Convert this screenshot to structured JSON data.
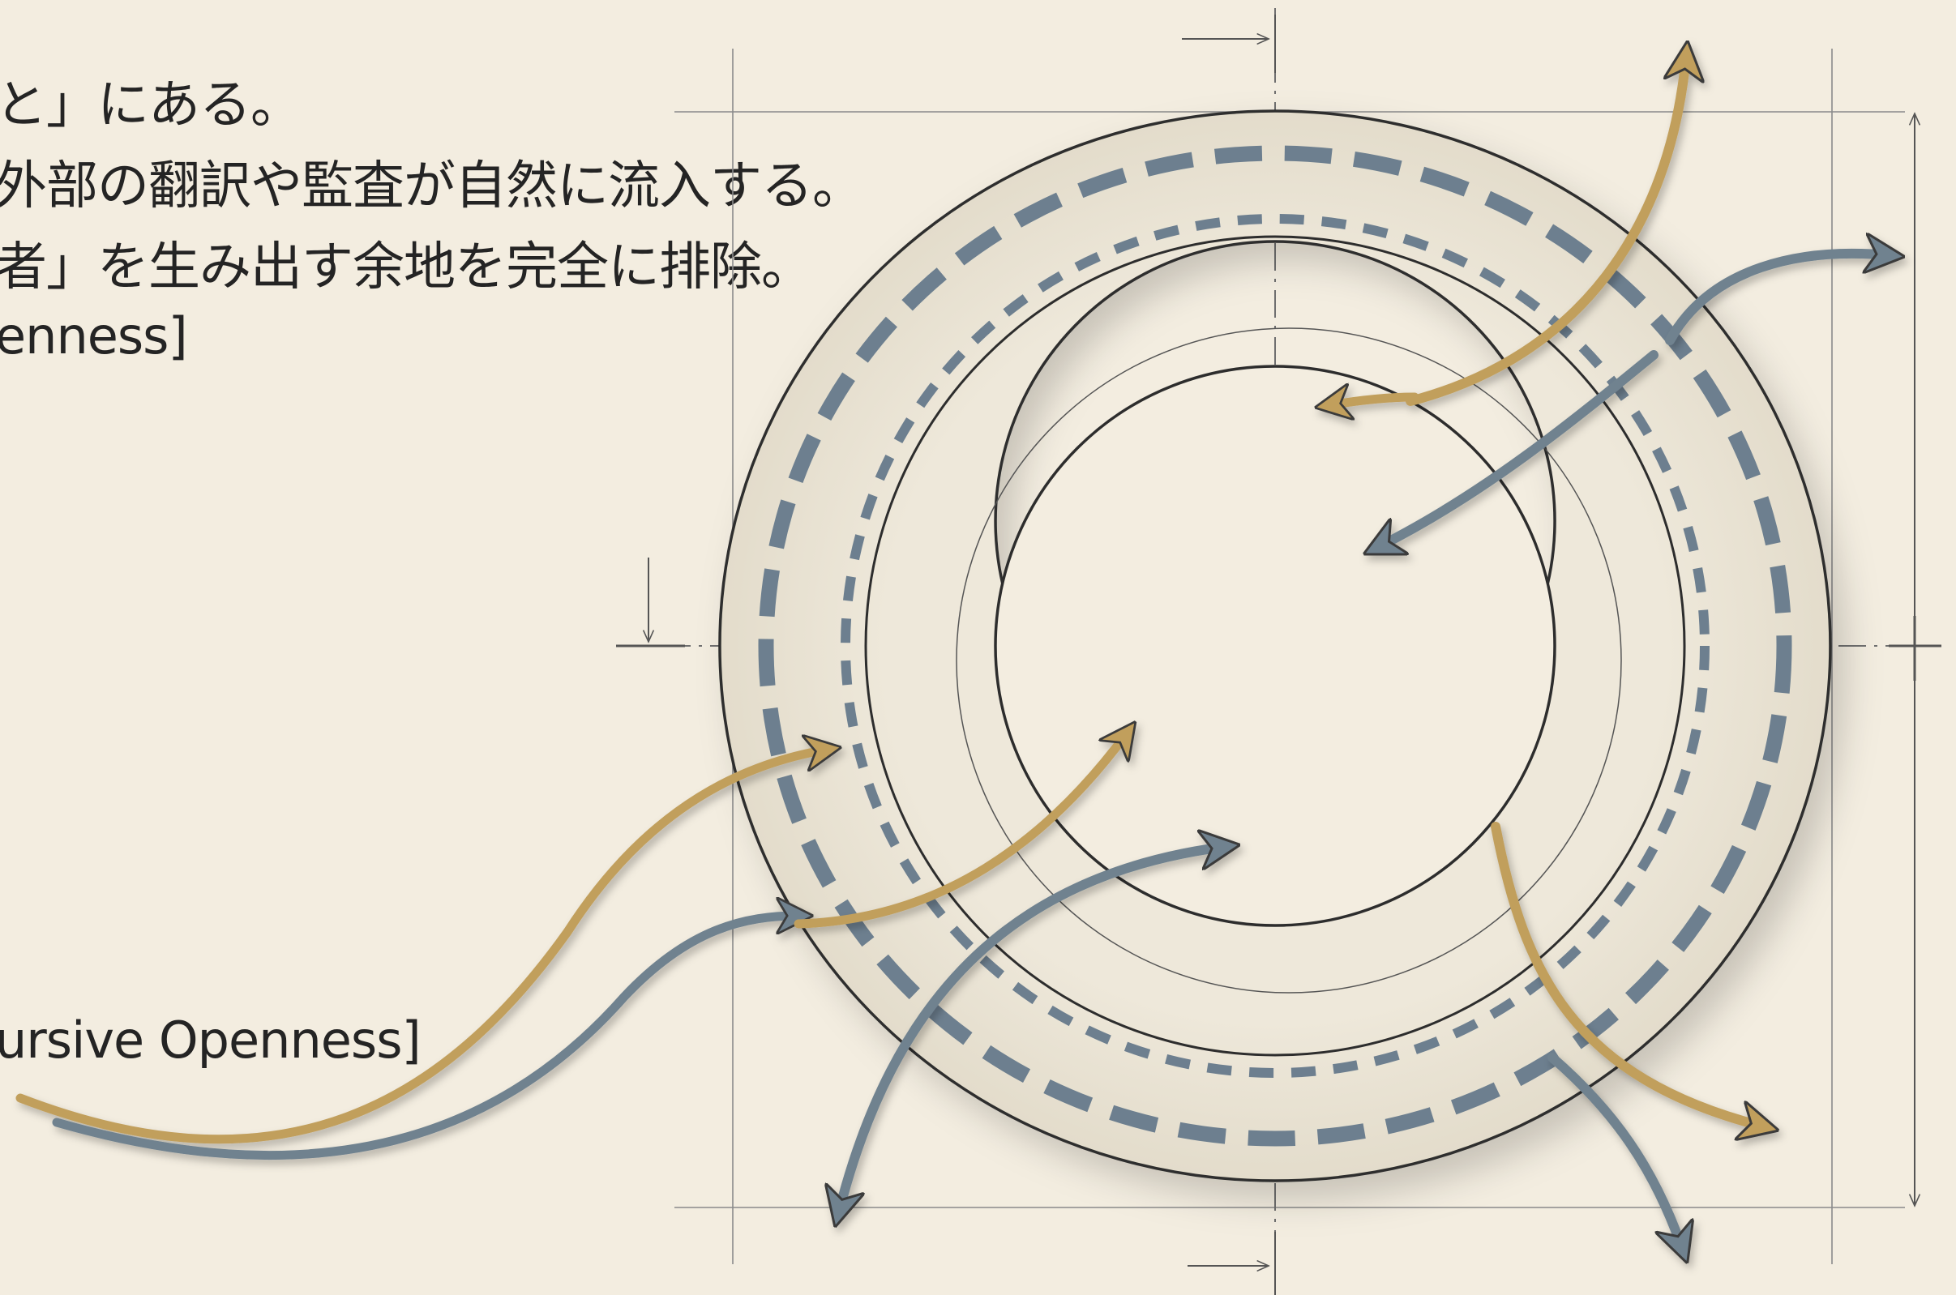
{
  "text": {
    "heading_fragment": "",
    "line1": "と」にある。",
    "line2": "外部の翻訳や監査が自然に流入する。",
    "line3": "者」を生み出す余地を完全に排除。",
    "line4": "enness]",
    "line5": "ursive Openness]"
  },
  "colors": {
    "background": "#f3ede0",
    "ring_fill": "#ece5d6",
    "outline": "#2d2d2d",
    "dash_blue": "#6d7f8f",
    "arrow_gold": "#c19f5c",
    "arrow_blue": "#70828f",
    "guide_line": "#7a7a7a"
  },
  "icons": [
    "arrow-gold",
    "arrow-blue",
    "dimension-arrow"
  ]
}
